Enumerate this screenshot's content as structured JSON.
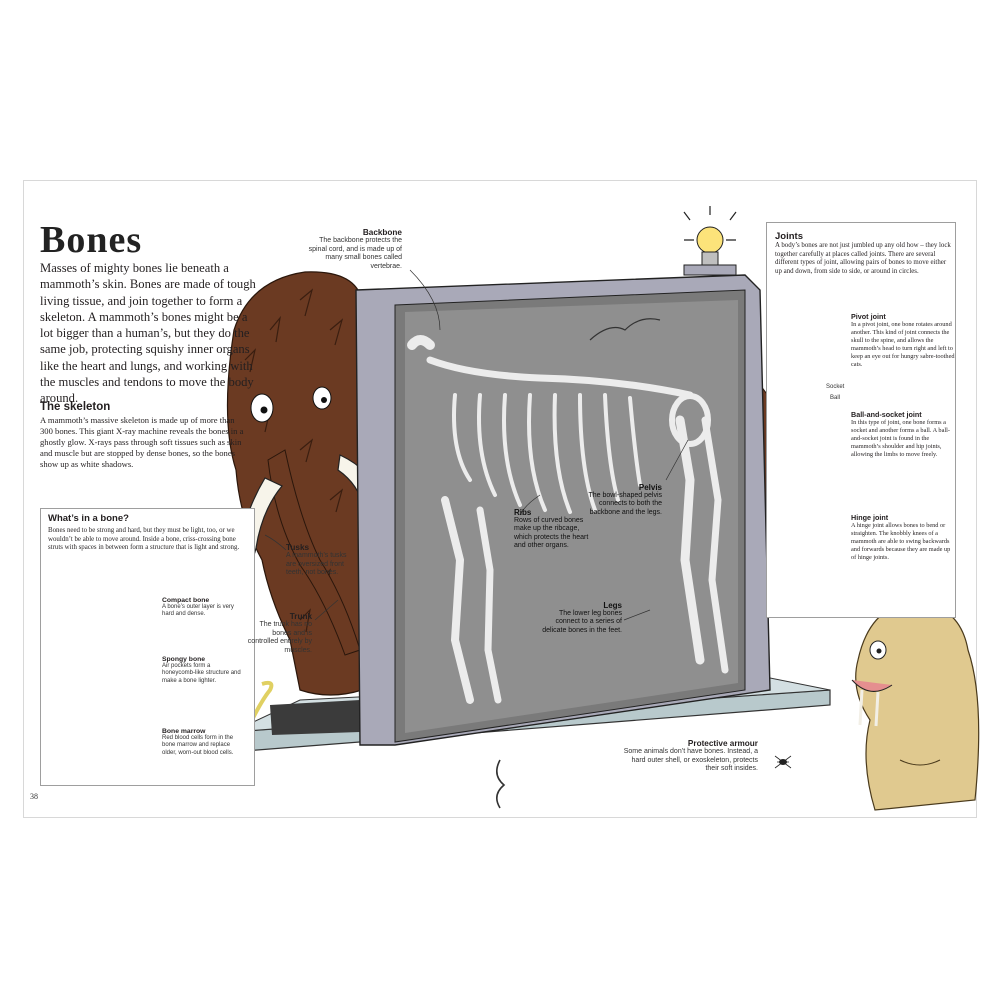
{
  "page": {
    "title": "Bones",
    "intro": "Masses of mighty bones lie beneath a mammoth’s skin. Bones are made of tough living tissue, and join together to form a skeleton. A mammoth’s bones might be a lot bigger than a human’s, but they do the same job, protecting squishy inner organs like the heart and lungs, and working with the muscles and tendons to move the body around.",
    "page_number": "38"
  },
  "skeleton": {
    "heading": "The skeleton",
    "body": "A mammoth’s massive skeleton is made up of more than 300 bones. This giant X-ray machine reveals the bones in a ghostly glow. X-rays pass through soft tissues such as skin and muscle but are stopped by dense bones, so the bones show up as white shadows."
  },
  "whats_in_bone": {
    "heading": "What’s in a bone?",
    "body": "Bones need to be strong and hard, but they must be light, too, or we wouldn’t be able to move around. Inside a bone, criss-crossing bone struts with spaces in between form a structure that is light and strong.",
    "compact_heading": "Compact bone",
    "compact_body": "A bone’s outer layer is very hard and dense.",
    "spongy_heading": "Spongy bone",
    "spongy_body": "Air pockets form a honeycomb-like structure and make a bone lighter.",
    "marrow_heading": "Bone marrow",
    "marrow_body": "Red blood cells form in the bone marrow and replace older, worn-out blood cells."
  },
  "labels": {
    "backbone_heading": "Backbone",
    "backbone_body": "The backbone protects the spinal cord, and is made up of many small bones called vertebrae.",
    "tusks_heading": "Tusks",
    "tusks_body": "A mammoth’s tusks are oversized front teeth, not bones.",
    "trunk_heading": "Trunk",
    "trunk_body": "The trunk has no bones and is controlled entirely by muscles.",
    "pelvis_heading": "Pelvis",
    "pelvis_body": "The bowl-shaped pelvis connects to both the backbone and the legs.",
    "ribs_heading": "Ribs",
    "ribs_body": "Rows of curved bones make up the ribcage, which protects the heart and other organs.",
    "legs_heading": "Legs",
    "legs_body": "The lower leg bones connect to a series of delicate bones in the feet.",
    "armour_heading": "Protective armour",
    "armour_body": "Some animals don’t have bones. Instead, a hard outer shell, or exoskeleton, protects their soft insides."
  },
  "joints": {
    "heading": "Joints",
    "body": "A body’s bones are not just jumbled up any old how – they lock together carefully at places called joints. There are several different types of joint, allowing pairs of bones to move either up and down, from side to side, or around in circles.",
    "pivot_heading": "Pivot joint",
    "pivot_body": "In a pivot joint, one bone rotates around another. This kind of joint connects the skull to the spine, and allows the mammoth’s head to turn right and left to keep an eye out for hungry sabre-toothed cats.",
    "socket_label": "Socket",
    "ball_label": "Ball",
    "ball_heading": "Ball-and-socket joint",
    "ball_body": "In this type of joint, one bone forms a socket and another forms a ball. A ball-and-socket joint is found in the mammoth’s shoulder and hip joints, allowing the limbs to move freely.",
    "hinge_heading": "Hinge joint",
    "hinge_body": "A hinge joint allows bones to bend or straighten. The knobbly knees of a mammoth are able to swing backwards and forwards because they are made up of hinge joints."
  },
  "colors": {
    "fur": "#6b3a22",
    "xray_bg": "#8f8f8f",
    "frame": "#a9a9b8",
    "base": "#c9d6d9",
    "bone_fill": "#f2e3c6",
    "spongy": "#c9894a",
    "arrow": "#6c8fb6",
    "cat": "#e0c98f"
  },
  "icons": [
    "light-bulb-icon",
    "pivot-arrow-icon",
    "ball-socket-arrow-icon",
    "hinge-arrow-icon"
  ]
}
